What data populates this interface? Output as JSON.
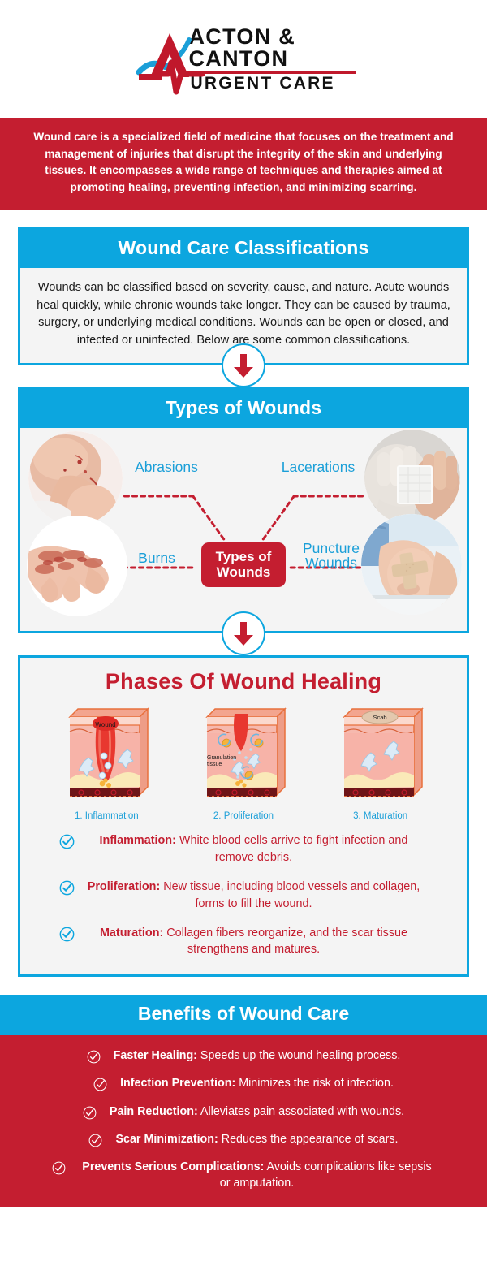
{
  "logo": {
    "line1": "ACTON &",
    "line2": "CANTON",
    "line3": "URGENT CARE",
    "mark_icon": "heartbeat-a-icon",
    "red": "#C0182B",
    "blue": "#1B9FD8"
  },
  "intro": {
    "text": "Wound care is a specialized field of medicine that focuses on the treatment and management of injuries that disrupt the integrity of the skin and underlying tissues. It encompasses a wide range of techniques and therapies aimed at promoting healing, preventing infection, and minimizing scarring.",
    "bg": "#C41E30"
  },
  "classifications": {
    "title": "Wound Care Classifications",
    "body": "Wounds can be classified based on severity, cause, and nature. Acute wounds heal quickly, while chronic wounds take longer. They can be caused by trauma, surgery, or underlying medical conditions. Wounds can be open or closed, and infected or uninfected. Below are some common classifications."
  },
  "arrow": {
    "icon": "down-arrow-icon",
    "color": "#C41E30"
  },
  "types": {
    "title": "Types of Wounds",
    "center_line1": "Types of",
    "center_line2": "Wounds",
    "labels": {
      "abrasions": "Abrasions",
      "lacerations": "Lacerations",
      "burns": "Burns",
      "puncture_line1": "Puncture",
      "puncture_line2": "Wounds"
    },
    "photos": {
      "abrasions": "abrasion-elbow-photo",
      "lacerations": "bandaged-hand-photo",
      "burns": "burned-hand-photo",
      "puncture": "bandaged-knee-photo"
    }
  },
  "phases": {
    "title": "Phases Of Wound Healing",
    "diagrams": [
      {
        "caption": "1. Inflammation",
        "annotation": "Wound"
      },
      {
        "caption": "2. Proliferation",
        "annotation_line1": "Granulation",
        "annotation_line2": "tissue"
      },
      {
        "caption": "3. Maturation",
        "annotation": "Scab"
      }
    ],
    "items": [
      {
        "term": "Inflammation:",
        "desc": " White blood cells arrive to fight infection and remove debris."
      },
      {
        "term": "Proliferation:",
        "desc": " New tissue, including blood vessels and collagen, forms to fill the wound."
      },
      {
        "term": "Maturation:",
        "desc": " Collagen fibers reorganize, and the scar tissue strengthens and matures."
      }
    ],
    "check_icon": "check-circle-icon"
  },
  "benefits": {
    "title": "Benefits of Wound Care",
    "check_icon": "check-circle-icon",
    "items": [
      {
        "term": "Faster Healing:",
        "desc": " Speeds up the wound healing process."
      },
      {
        "term": "Infection Prevention:",
        "desc": " Minimizes the risk of infection."
      },
      {
        "term": "Pain Reduction:",
        "desc": " Alleviates pain associated with wounds."
      },
      {
        "term": "Scar Minimization:",
        "desc": " Reduces the appearance of scars."
      },
      {
        "term": "Prevents Serious Complications:",
        "desc": " Avoids complications like sepsis or amputation."
      }
    ]
  }
}
